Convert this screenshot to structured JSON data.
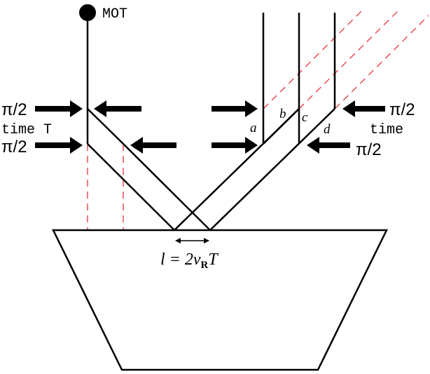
{
  "labels": {
    "source": "MOT",
    "pulse_top_left": "π/2",
    "wait_left": "time T",
    "pulse_bottom_left": "π/2",
    "pulse_top_right": "π/2",
    "wait_right": "time",
    "pulse_bottom_right": "π/2",
    "path_a": "a",
    "path_b": "b",
    "path_c": "c",
    "path_d": "d",
    "separation_lhs": "l = 2v",
    "separation_sub": "R",
    "separation_rhs": "T"
  },
  "colors": {
    "line": "#000000",
    "dashed": "#e8333a",
    "background": "#ffffff"
  }
}
